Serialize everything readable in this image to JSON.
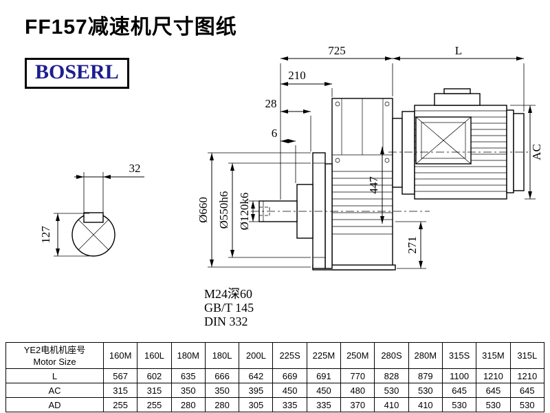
{
  "page": {
    "title": "FF157减速机尺寸图纸",
    "brand": "BOSERL"
  },
  "drawing": {
    "dim_725": "725",
    "dim_L": "L",
    "dim_210": "210",
    "dim_28": "28",
    "dim_6": "6",
    "dim_AC": "AC",
    "dim_447": "447",
    "dim_271": "271",
    "dim_32": "32",
    "dim_127": "127",
    "dia_660": "Ø660",
    "dia_550": "Ø550h6",
    "dia_120": "Ø120k6",
    "thread_note": "M24深60",
    "standard_gb": "GB/T 145",
    "standard_din": "DIN 332"
  },
  "table": {
    "header": {
      "line1": "YE2电机机座号",
      "line2": "Motor Size"
    },
    "columns": [
      "160M",
      "160L",
      "180M",
      "180L",
      "200L",
      "225S",
      "225M",
      "250M",
      "280S",
      "280M",
      "315S",
      "315M",
      "315L"
    ],
    "rows": [
      {
        "label": "L",
        "values": [
          "567",
          "602",
          "635",
          "666",
          "642",
          "669",
          "691",
          "770",
          "828",
          "879",
          "1100",
          "1210",
          "1210"
        ]
      },
      {
        "label": "AC",
        "values": [
          "315",
          "315",
          "350",
          "350",
          "395",
          "450",
          "450",
          "480",
          "530",
          "530",
          "645",
          "645",
          "645"
        ]
      },
      {
        "label": "AD",
        "values": [
          "255",
          "255",
          "280",
          "280",
          "305",
          "335",
          "335",
          "370",
          "410",
          "410",
          "530",
          "530",
          "530"
        ]
      }
    ]
  }
}
